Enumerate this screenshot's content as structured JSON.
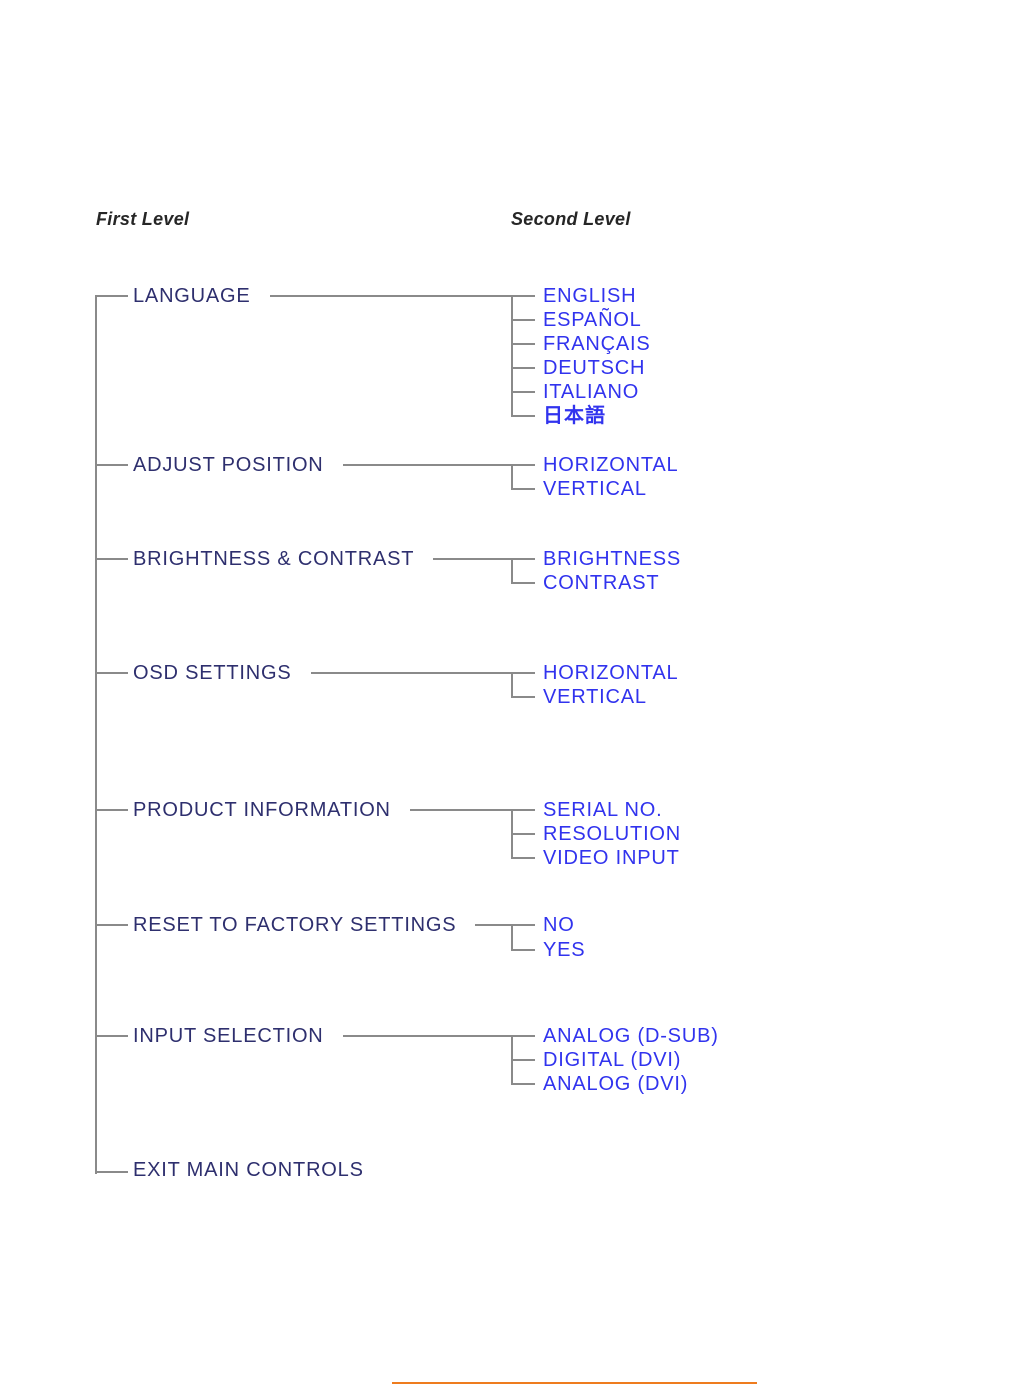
{
  "headers": {
    "first_level": "First Level",
    "second_level": "Second Level"
  },
  "tree": {
    "items": [
      {
        "label": "LANGUAGE",
        "children": [
          "ENGLISH",
          "ESPAÑOL",
          "FRANÇAIS",
          "DEUTSCH",
          "ITALIANO",
          "日本語"
        ]
      },
      {
        "label": "ADJUST POSITION",
        "children": [
          "HORIZONTAL",
          "VERTICAL"
        ]
      },
      {
        "label": "BRIGHTNESS & CONTRAST",
        "children": [
          "BRIGHTNESS",
          "CONTRAST"
        ]
      },
      {
        "label": "OSD SETTINGS",
        "children": [
          "HORIZONTAL",
          "VERTICAL"
        ]
      },
      {
        "label": "PRODUCT INFORMATION",
        "children": [
          "SERIAL NO.",
          "RESOLUTION",
          "VIDEO INPUT"
        ]
      },
      {
        "label": "RESET TO FACTORY SETTINGS",
        "children": [
          "NO",
          "YES"
        ]
      },
      {
        "label": "INPUT SELECTION",
        "children": [
          "ANALOG (D-SUB)",
          "DIGITAL (DVI)",
          "ANALOG (DVI)"
        ]
      },
      {
        "label": "EXIT MAIN CONTROLS",
        "children": []
      }
    ]
  },
  "colors": {
    "first_level_text": "#2e2f6e",
    "second_level_text": "#3133ee",
    "tree_lines": "#8a8a8a",
    "header_text": "#262626",
    "footer_rule": "#ee7c1e"
  }
}
